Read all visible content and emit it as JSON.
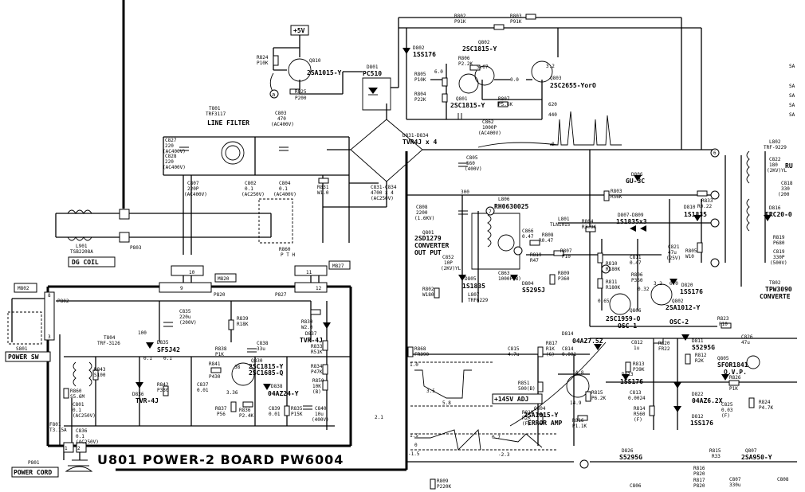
{
  "board": {
    "title": "U801  POWER-2  BOARD  PW6004",
    "power_sw_label": "POWER SW",
    "power_cord_label": "POWER CORD",
    "dg_coil_label": "DG COIL",
    "line_filter_label": "LINE FILTER"
  },
  "labels": [
    {
      "id": "plus5v",
      "t": "+5V"
    },
    {
      "id": "r824",
      "t": "R824"
    },
    {
      "id": "r824v",
      "t": "P10K"
    },
    {
      "id": "q810",
      "t": "Q810"
    },
    {
      "id": "q810t",
      "t": "2SA1015-Y"
    },
    {
      "id": "r825",
      "t": "R825"
    },
    {
      "id": "r825v",
      "t": "P200"
    },
    {
      "id": "node_a",
      "t": "a"
    },
    {
      "id": "d801",
      "t": "D801"
    },
    {
      "id": "pc510",
      "t": "PC510"
    },
    {
      "id": "d802",
      "t": "D802"
    },
    {
      "id": "d802t",
      "t": "1SS176"
    },
    {
      "id": "r802",
      "t": "R802"
    },
    {
      "id": "r802v",
      "t": "P91K"
    },
    {
      "id": "r803",
      "t": "R803"
    },
    {
      "id": "r803v",
      "t": "P91K"
    },
    {
      "id": "q802",
      "t": "Q802"
    },
    {
      "id": "q802t",
      "t": "2SC1815-Y"
    },
    {
      "id": "r806",
      "t": "R806"
    },
    {
      "id": "r806v",
      "t": "P2.2K"
    },
    {
      "id": "v567",
      "t": "5.67"
    },
    {
      "id": "r805",
      "t": "R805"
    },
    {
      "id": "r805v",
      "t": "P10K"
    },
    {
      "id": "v60",
      "t": "6.0"
    },
    {
      "id": "r804",
      "t": "R804"
    },
    {
      "id": "r804v",
      "t": "P22K"
    },
    {
      "id": "v00",
      "t": "0.0"
    },
    {
      "id": "q803",
      "t": "Q803"
    },
    {
      "id": "q803t",
      "t": "2SC2655-YorO"
    },
    {
      "id": "v32",
      "t": "3.2"
    },
    {
      "id": "q801",
      "t": "Q801"
    },
    {
      "id": "q801t",
      "t": "2SC1815-Y"
    },
    {
      "id": "r807",
      "t": "R807"
    },
    {
      "id": "r807v",
      "t": "P5.6K"
    },
    {
      "id": "v620",
      "t": "620"
    },
    {
      "id": "v440",
      "t": "440"
    },
    {
      "id": "v0",
      "t": "0"
    },
    {
      "id": "c862",
      "t": "C862"
    },
    {
      "id": "c862v",
      "t": "1000P"
    },
    {
      "id": "c862r",
      "t": "(AC400V)"
    },
    {
      "id": "t801",
      "t": "T801"
    },
    {
      "id": "t801t",
      "t": "TRF3117"
    },
    {
      "id": "c803",
      "t": "C803"
    },
    {
      "id": "c803v",
      "t": "470"
    },
    {
      "id": "c803r",
      "t": "(AC400V)"
    },
    {
      "id": "c827",
      "t": "C827"
    },
    {
      "id": "c827v",
      "t": "220"
    },
    {
      "id": "c827r",
      "t": "(AC400V)"
    },
    {
      "id": "c828",
      "t": "C828"
    },
    {
      "id": "c828v",
      "t": "220"
    },
    {
      "id": "c828r",
      "t": "(AC400V)"
    },
    {
      "id": "d831",
      "t": "D831-D834"
    },
    {
      "id": "d831t",
      "t": "TVR4J x 4"
    },
    {
      "id": "c805",
      "t": "C805"
    },
    {
      "id": "c805v",
      "t": "560"
    },
    {
      "id": "c805r",
      "t": "(400V)"
    },
    {
      "id": "c807",
      "t": "C807"
    },
    {
      "id": "c807v",
      "t": "220P"
    },
    {
      "id": "c807r",
      "t": "(AC400V)"
    },
    {
      "id": "c802",
      "t": "C802"
    },
    {
      "id": "c802v",
      "t": "0.1"
    },
    {
      "id": "c802r",
      "t": "(AC250V)"
    },
    {
      "id": "c804",
      "t": "C804"
    },
    {
      "id": "c804v",
      "t": "0.1"
    },
    {
      "id": "c804r",
      "t": "(AC400V)"
    },
    {
      "id": "r831",
      "t": "R831"
    },
    {
      "id": "r831v",
      "t": "W1.0"
    },
    {
      "id": "c831",
      "t": "C831-C834"
    },
    {
      "id": "c831v",
      "t": "4700 x 4"
    },
    {
      "id": "c831r",
      "t": "(AC250V)"
    },
    {
      "id": "l901",
      "t": "L901"
    },
    {
      "id": "l901t",
      "t": "TSB2208A"
    },
    {
      "id": "p803",
      "t": "P803"
    },
    {
      "id": "r860",
      "t": "R860"
    },
    {
      "id": "r860t",
      "t": "P T H"
    },
    {
      "id": "m827",
      "t": "M827"
    },
    {
      "id": "m820",
      "t": "M820"
    },
    {
      "id": "m802",
      "t": "M802"
    },
    {
      "id": "p802",
      "t": "P802"
    },
    {
      "id": "p820",
      "t": "P820"
    },
    {
      "id": "p827",
      "t": "P827"
    },
    {
      "id": "s801",
      "t": "S801"
    },
    {
      "id": "c835",
      "t": "C835"
    },
    {
      "id": "c835v",
      "t": "220u"
    },
    {
      "id": "c835r",
      "t": "(200V)"
    },
    {
      "id": "r839",
      "t": "R839"
    },
    {
      "id": "r839v",
      "t": "R18K"
    },
    {
      "id": "t804",
      "t": "T804"
    },
    {
      "id": "t804t",
      "t": "TRF-3126"
    },
    {
      "id": "d835",
      "t": "D835"
    },
    {
      "id": "d835t",
      "t": "SF5J42"
    },
    {
      "id": "v100",
      "t": "100"
    },
    {
      "id": "v01a",
      "t": "0.1"
    },
    {
      "id": "v01b",
      "t": "0.1"
    },
    {
      "id": "r838",
      "t": "R838"
    },
    {
      "id": "r838v",
      "t": "P1K"
    },
    {
      "id": "c838",
      "t": "C838"
    },
    {
      "id": "c838v",
      "t": "33u"
    },
    {
      "id": "d837",
      "t": "D837"
    },
    {
      "id": "d837t",
      "t": "TVR-4J"
    },
    {
      "id": "r833",
      "t": "R833"
    },
    {
      "id": "r833v",
      "t": "R51K"
    },
    {
      "id": "r830",
      "t": "R830"
    },
    {
      "id": "r830v",
      "t": "W2.0"
    },
    {
      "id": "q830",
      "t": "Q830"
    },
    {
      "id": "q830t",
      "t": "2SC1815-Y"
    },
    {
      "id": "q830t2",
      "t": "2SC1685-Q"
    },
    {
      "id": "r841",
      "t": "R841"
    },
    {
      "id": "r841v",
      "t": "P430"
    },
    {
      "id": "r834",
      "t": "R834"
    },
    {
      "id": "r834v",
      "t": "P47K"
    },
    {
      "id": "r843",
      "t": "R843"
    },
    {
      "id": "r843v",
      "t": "S100"
    },
    {
      "id": "d836",
      "t": "D836"
    },
    {
      "id": "d836t",
      "t": "TVR-4J"
    },
    {
      "id": "r842",
      "t": "R842"
    },
    {
      "id": "r842v",
      "t": "P330"
    },
    {
      "id": "c837",
      "t": "C837"
    },
    {
      "id": "c837v",
      "t": "0.01"
    },
    {
      "id": "r850",
      "t": "R850"
    },
    {
      "id": "r850v",
      "t": "10K"
    },
    {
      "id": "r850r",
      "t": "(B)"
    },
    {
      "id": "v38",
      "t": "38"
    },
    {
      "id": "v336",
      "t": "3.36"
    },
    {
      "id": "d838",
      "t": "D838"
    },
    {
      "id": "d838t",
      "t": "04AZ24-Y"
    },
    {
      "id": "r860b",
      "t": "R860"
    },
    {
      "id": "r860bv",
      "t": "S5.6M"
    },
    {
      "id": "c801",
      "t": "C801"
    },
    {
      "id": "c801v",
      "t": "0.1"
    },
    {
      "id": "c801r",
      "t": "(AC250V)"
    },
    {
      "id": "r837",
      "t": "R837"
    },
    {
      "id": "r837v",
      "t": "P56"
    },
    {
      "id": "r836",
      "t": "R836"
    },
    {
      "id": "r836v",
      "t": "P2.4K"
    },
    {
      "id": "c839",
      "t": "C839"
    },
    {
      "id": "c839v",
      "t": "0.01"
    },
    {
      "id": "r835",
      "t": "R835"
    },
    {
      "id": "r835v",
      "t": "P15K"
    },
    {
      "id": "c840",
      "t": "C840"
    },
    {
      "id": "c840v",
      "t": "10u"
    },
    {
      "id": "c840r",
      "t": "(400V)"
    },
    {
      "id": "f801",
      "t": "F801"
    },
    {
      "id": "f801v",
      "t": "T3.15A"
    },
    {
      "id": "c836",
      "t": "C836"
    },
    {
      "id": "c836v",
      "t": "0.1"
    },
    {
      "id": "c836r",
      "t": "(AC250V)"
    },
    {
      "id": "p801",
      "t": "P801"
    },
    {
      "id": "c808",
      "t": "C808"
    },
    {
      "id": "c808v",
      "t": "2200"
    },
    {
      "id": "c808r",
      "t": "(1.6KV)"
    },
    {
      "id": "v300",
      "t": "300"
    },
    {
      "id": "l806",
      "t": "L806"
    },
    {
      "id": "l806t",
      "t": "RH0630025"
    },
    {
      "id": "q801b",
      "t": "Q801"
    },
    {
      "id": "q801bt",
      "t": "2SD1279"
    },
    {
      "id": "q801bt2",
      "t": "CONVERTER"
    },
    {
      "id": "q801bt3",
      "t": "OUT PUT"
    },
    {
      "id": "c852",
      "t": "C852"
    },
    {
      "id": "c852v",
      "t": "10P"
    },
    {
      "id": "c852r",
      "t": "(2KV)YL"
    },
    {
      "id": "c866",
      "t": "C866"
    },
    {
      "id": "c866v",
      "t": "0.47"
    },
    {
      "id": "r808",
      "t": "R808"
    },
    {
      "id": "r808v",
      "t": "R0.47"
    },
    {
      "id": "r819",
      "t": "R819"
    },
    {
      "id": "r819v",
      "t": "R47"
    },
    {
      "id": "l801",
      "t": "L801"
    },
    {
      "id": "l801t",
      "t": "TLN1015"
    },
    {
      "id": "r804b",
      "t": "R804"
    },
    {
      "id": "r804bv",
      "t": "R3.9K"
    },
    {
      "id": "r807b",
      "t": "R807"
    },
    {
      "id": "r807bv",
      "t": "P10"
    },
    {
      "id": "r809",
      "t": "R809"
    },
    {
      "id": "r809v",
      "t": "P360"
    },
    {
      "id": "r803b",
      "t": "R803"
    },
    {
      "id": "r803bv",
      "t": "R56K"
    },
    {
      "id": "d806",
      "t": "D806"
    },
    {
      "id": "d806t",
      "t": "GU-3C"
    },
    {
      "id": "d807",
      "t": "D807-D809"
    },
    {
      "id": "d807t",
      "t": "1S1835x3"
    },
    {
      "id": "r810",
      "t": "R810"
    },
    {
      "id": "r810v",
      "t": "R180K"
    },
    {
      "id": "c811",
      "t": "C811"
    },
    {
      "id": "c811v",
      "t": "0.47"
    },
    {
      "id": "r811",
      "t": "R811"
    },
    {
      "id": "r811v",
      "t": "R180K"
    },
    {
      "id": "r806b",
      "t": "R806"
    },
    {
      "id": "r806bv",
      "t": "P360"
    },
    {
      "id": "c821",
      "t": "C821"
    },
    {
      "id": "c821v",
      "t": "47u"
    },
    {
      "id": "c821r",
      "t": "(25V)"
    },
    {
      "id": "r805b",
      "t": "R805"
    },
    {
      "id": "r805bv",
      "t": "W10"
    },
    {
      "id": "d810",
      "t": "D810"
    },
    {
      "id": "d810t",
      "t": "1S1835"
    },
    {
      "id": "r833b",
      "t": "R833"
    },
    {
      "id": "r833bv",
      "t": "R0.22"
    },
    {
      "id": "d820",
      "t": "D820"
    },
    {
      "id": "d820t",
      "t": "1SS176"
    },
    {
      "id": "r802b",
      "t": "R802"
    },
    {
      "id": "r802bv",
      "t": "W180"
    },
    {
      "id": "d805",
      "t": "D805"
    },
    {
      "id": "d805t",
      "t": "1S1835"
    },
    {
      "id": "l807",
      "t": "L807"
    },
    {
      "id": "l807t",
      "t": "TRF6229"
    },
    {
      "id": "c863",
      "t": "C863"
    },
    {
      "id": "c863v",
      "t": "1000P(B)"
    },
    {
      "id": "d804",
      "t": "D804"
    },
    {
      "id": "d804t",
      "t": "S5295J"
    },
    {
      "id": "q806",
      "t": "Q806"
    },
    {
      "id": "q806t",
      "t": "2SC1959-O"
    },
    {
      "id": "osc1",
      "t": "OSC-1"
    },
    {
      "id": "q802b",
      "t": "Q802"
    },
    {
      "id": "q802bt",
      "t": "2SA1012-Y"
    },
    {
      "id": "osc2",
      "t": "OSC-2"
    },
    {
      "id": "v065",
      "t": "0.65"
    },
    {
      "id": "v032",
      "t": "0.32"
    },
    {
      "id": "v32b",
      "t": "3.2"
    },
    {
      "id": "v00b",
      "t": "0.0"
    },
    {
      "id": "r868",
      "t": "R868"
    },
    {
      "id": "r868v",
      "t": "FR390"
    },
    {
      "id": "d814",
      "t": "D814"
    },
    {
      "id": "d814t",
      "t": "04AZ7.5Z"
    },
    {
      "id": "c815",
      "t": "C815"
    },
    {
      "id": "c815v",
      "t": "4.7u"
    },
    {
      "id": "r817",
      "t": "R817"
    },
    {
      "id": "r817v",
      "t": "R1K"
    },
    {
      "id": "r817r",
      "t": "(G)"
    },
    {
      "id": "c814",
      "t": "C814"
    },
    {
      "id": "c814v",
      "t": "0.001"
    },
    {
      "id": "c812",
      "t": "C812"
    },
    {
      "id": "c812v",
      "t": "1u"
    },
    {
      "id": "r820",
      "t": "R820"
    },
    {
      "id": "r820v",
      "t": "FR22"
    },
    {
      "id": "r823",
      "t": "R823"
    },
    {
      "id": "r823v",
      "t": "P10"
    },
    {
      "id": "c826",
      "t": "C826"
    },
    {
      "id": "c826v",
      "t": "47u"
    },
    {
      "id": "d811",
      "t": "D811"
    },
    {
      "id": "d811t",
      "t": "S5295G"
    },
    {
      "id": "r812",
      "t": "R812"
    },
    {
      "id": "r812v",
      "t": "R2K"
    },
    {
      "id": "r813",
      "t": "R813"
    },
    {
      "id": "r813v",
      "t": "P39K"
    },
    {
      "id": "d813",
      "t": "D813"
    },
    {
      "id": "d813t",
      "t": "1SS176"
    },
    {
      "id": "v148",
      "t": "14.8"
    },
    {
      "id": "v149",
      "t": "14.9"
    },
    {
      "id": "r851",
      "t": "R851"
    },
    {
      "id": "r851v",
      "t": "500(B)"
    },
    {
      "id": "adj",
      "t": "+145V ADJ"
    },
    {
      "id": "r815",
      "t": "R815"
    },
    {
      "id": "r815v",
      "t": "P6.2K"
    },
    {
      "id": "q804",
      "t": "Q804"
    },
    {
      "id": "q804t",
      "t": "2SA1015-Y"
    },
    {
      "id": "erramp",
      "t": "ERROR AMP"
    },
    {
      "id": "r818",
      "t": "R818"
    },
    {
      "id": "r818v",
      "t": "R2K"
    },
    {
      "id": "r818r",
      "t": "(F)"
    },
    {
      "id": "r816",
      "t": "R816"
    },
    {
      "id": "r816v",
      "t": "P1.1K"
    },
    {
      "id": "c813",
      "t": "C813"
    },
    {
      "id": "c813v",
      "t": "0.0024"
    },
    {
      "id": "r814",
      "t": "R814"
    },
    {
      "id": "r814v",
      "t": "R560"
    },
    {
      "id": "r814r",
      "t": "(F)"
    },
    {
      "id": "d822",
      "t": "D822"
    },
    {
      "id": "d822t",
      "t": "04AZ6.2X"
    },
    {
      "id": "d812",
      "t": "D812"
    },
    {
      "id": "d812t",
      "t": "1SS176"
    },
    {
      "id": "c825",
      "t": "C825"
    },
    {
      "id": "c825v",
      "t": "0.03"
    },
    {
      "id": "c825r",
      "t": "(F)"
    },
    {
      "id": "r824b",
      "t": "R824"
    },
    {
      "id": "r824bv",
      "t": "P4.7K"
    },
    {
      "id": "q805",
      "t": "Q805"
    },
    {
      "id": "q805t",
      "t": "SFOR1841"
    },
    {
      "id": "ovp",
      "t": "O.V.P."
    },
    {
      "id": "r826",
      "t": "R826"
    },
    {
      "id": "r826v",
      "t": "P1K"
    },
    {
      "id": "r819b",
      "t": "R819"
    },
    {
      "id": "r819bv",
      "t": "P680"
    },
    {
      "id": "c819",
      "t": "C819"
    },
    {
      "id": "c819v",
      "t": "330P"
    },
    {
      "id": "c819r",
      "t": "(500V)"
    },
    {
      "id": "l802",
      "t": "L802"
    },
    {
      "id": "l802t",
      "t": "TRF-9229"
    },
    {
      "id": "c822",
      "t": "C822"
    },
    {
      "id": "c822v",
      "t": "180"
    },
    {
      "id": "c822r",
      "t": "(2KV)YL"
    },
    {
      "id": "c818",
      "t": "C818"
    },
    {
      "id": "c818v",
      "t": "330"
    },
    {
      "id": "c818r",
      "t": "(200"
    },
    {
      "id": "d816",
      "t": "D816"
    },
    {
      "id": "d816t",
      "t": "ERC20-0"
    },
    {
      "id": "ru",
      "t": "RU"
    },
    {
      "id": "t802",
      "t": "T802"
    },
    {
      "id": "t802t",
      "t": "TPW3090"
    },
    {
      "id": "conv",
      "t": "CONVERTE"
    },
    {
      "id": "sa1",
      "t": "SA"
    },
    {
      "id": "sa2",
      "t": "SA"
    },
    {
      "id": "sa3",
      "t": "SA"
    },
    {
      "id": "sa4",
      "t": "SA"
    },
    {
      "id": "sa5",
      "t": "SA"
    },
    {
      "id": "d826",
      "t": "D826"
    },
    {
      "id": "d826t",
      "t": "S5295G"
    },
    {
      "id": "r815b",
      "t": "R815"
    },
    {
      "id": "r815bv",
      "t": "R33"
    },
    {
      "id": "q807",
      "t": "Q807"
    },
    {
      "id": "q807t",
      "t": "2SA950-Y"
    },
    {
      "id": "r816b",
      "t": "R816"
    },
    {
      "id": "r816bv",
      "t": "P820"
    },
    {
      "id": "r817b",
      "t": "R817"
    },
    {
      "id": "r817bv",
      "t": "P820"
    },
    {
      "id": "c806",
      "t": "C806"
    },
    {
      "id": "c807b",
      "t": "C807"
    },
    {
      "id": "c807bv",
      "t": "330u"
    },
    {
      "id": "c808b",
      "t": "C808"
    },
    {
      "id": "r809b",
      "t": "R809"
    },
    {
      "id": "r809bv",
      "t": "P220K"
    },
    {
      "id": "w10",
      "t": "1.0"
    },
    {
      "id": "w35",
      "t": "3.5"
    },
    {
      "id": "w58",
      "t": "5.8"
    },
    {
      "id": "w15",
      "t": "1.5"
    },
    {
      "id": "w0",
      "t": "0"
    },
    {
      "id": "wm15",
      "t": "-1.5"
    },
    {
      "id": "w07",
      "t": "0.7"
    },
    {
      "id": "wm23",
      "t": "-2.3"
    },
    {
      "id": "w21",
      "t": "2.1"
    },
    {
      "id": "n1",
      "t": "1"
    },
    {
      "id": "n2",
      "t": "2"
    },
    {
      "id": "n3",
      "t": "3"
    },
    {
      "id": "n6",
      "t": "6"
    },
    {
      "id": "n7",
      "t": "7"
    },
    {
      "id": "n8",
      "t": "8"
    },
    {
      "id": "n9",
      "t": "9"
    },
    {
      "id": "n10",
      "t": "10"
    },
    {
      "id": "n11",
      "t": "11"
    },
    {
      "id": "n12",
      "t": "12"
    }
  ]
}
